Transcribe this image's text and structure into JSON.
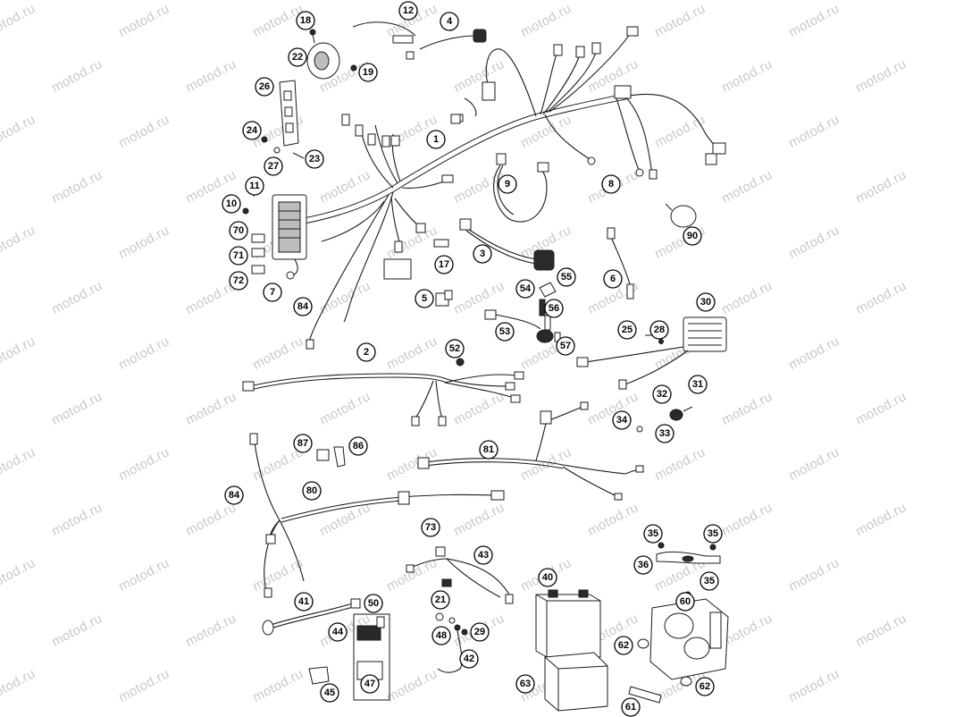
{
  "watermark_text": "motod.ru",
  "callouts": [
    "1",
    "2",
    "3",
    "4",
    "5",
    "6",
    "7",
    "8",
    "9",
    "10",
    "11",
    "12",
    "17",
    "18",
    "19",
    "21",
    "22",
    "23",
    "24",
    "25",
    "26",
    "27",
    "28",
    "29",
    "30",
    "31",
    "32",
    "33",
    "34",
    "35",
    "35",
    "35",
    "36",
    "40",
    "41",
    "42",
    "43",
    "44",
    "45",
    "47",
    "48",
    "50",
    "52",
    "53",
    "54",
    "55",
    "56",
    "57",
    "60",
    "61",
    "62",
    "62",
    "63",
    "70",
    "71",
    "72",
    "73",
    "80",
    "81",
    "84",
    "84",
    "86",
    "87",
    "90"
  ],
  "colors": {
    "line": "#1a1a1a",
    "watermark": "#c9c9c9",
    "background": "#ffffff"
  }
}
